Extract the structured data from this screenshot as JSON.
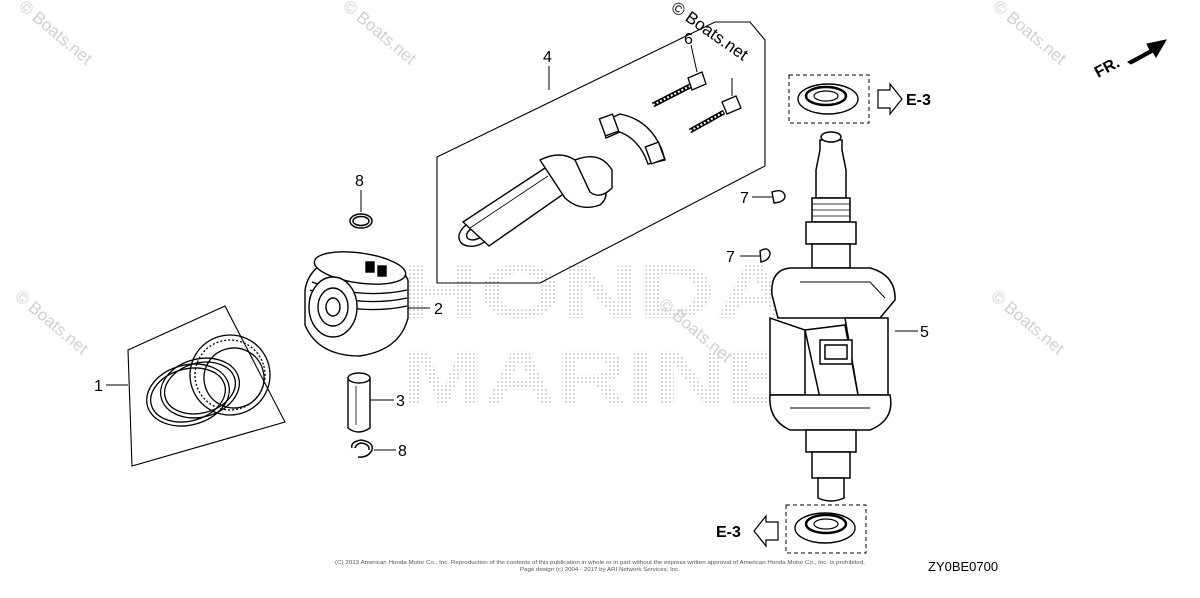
{
  "diagram": {
    "watermarks": [
      "© Boats.net",
      "© Boats.net",
      "© Boats.net",
      "© Boats.net",
      "© Boats.net",
      "© Boats.net",
      "© Boats.net"
    ],
    "brand_watermark": {
      "line1": "HONDA",
      "line2": "MARINE"
    },
    "callouts": {
      "ring_set": "1",
      "piston": "2",
      "piston_pin": "3",
      "connecting_rod": "4",
      "crankshaft": "5",
      "rod_bolts": "6",
      "key_upper": "7",
      "key_lower": "7",
      "clip_upper": "8",
      "clip_lower": "8"
    },
    "refs": {
      "top": "E-3",
      "bottom": "E-3"
    },
    "direction_label": "FR.",
    "copyright": {
      "line1": "(C) 2013 American Honda Motor Co., Inc. Reproduction of the contents of this publication in whole or in part without the express written approval of American Honda Motor Co., Inc. is prohibited.",
      "line2": "Page design (c) 2004 - 2017 by ARI Network Services, Inc."
    },
    "diagram_code": "ZY0BE0700"
  }
}
